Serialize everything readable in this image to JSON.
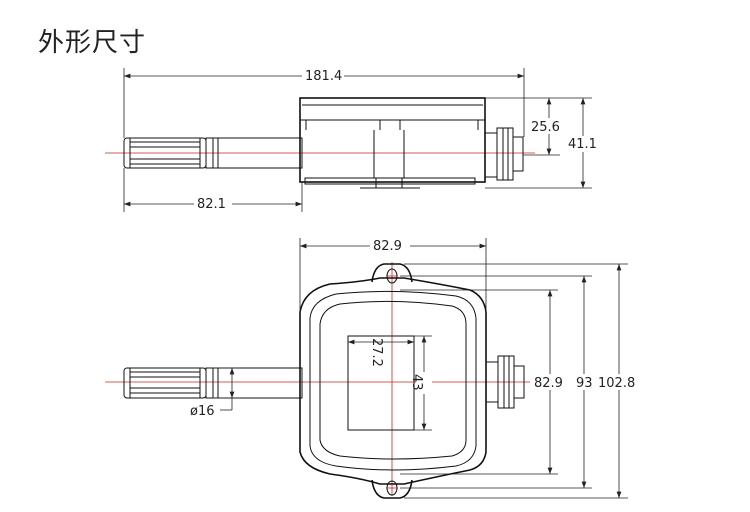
{
  "title": "外形尺寸",
  "dimensions": {
    "top_length": "181.4",
    "top_h_inner": "25.6",
    "top_h_outer": "41.1",
    "probe_length": "82.1",
    "front_width": "82.9",
    "window_width": "27.2",
    "window_height": "43",
    "body_height": "82.9",
    "hole_span": "93",
    "overall_height": "102.8",
    "probe_diameter": "ø16"
  }
}
